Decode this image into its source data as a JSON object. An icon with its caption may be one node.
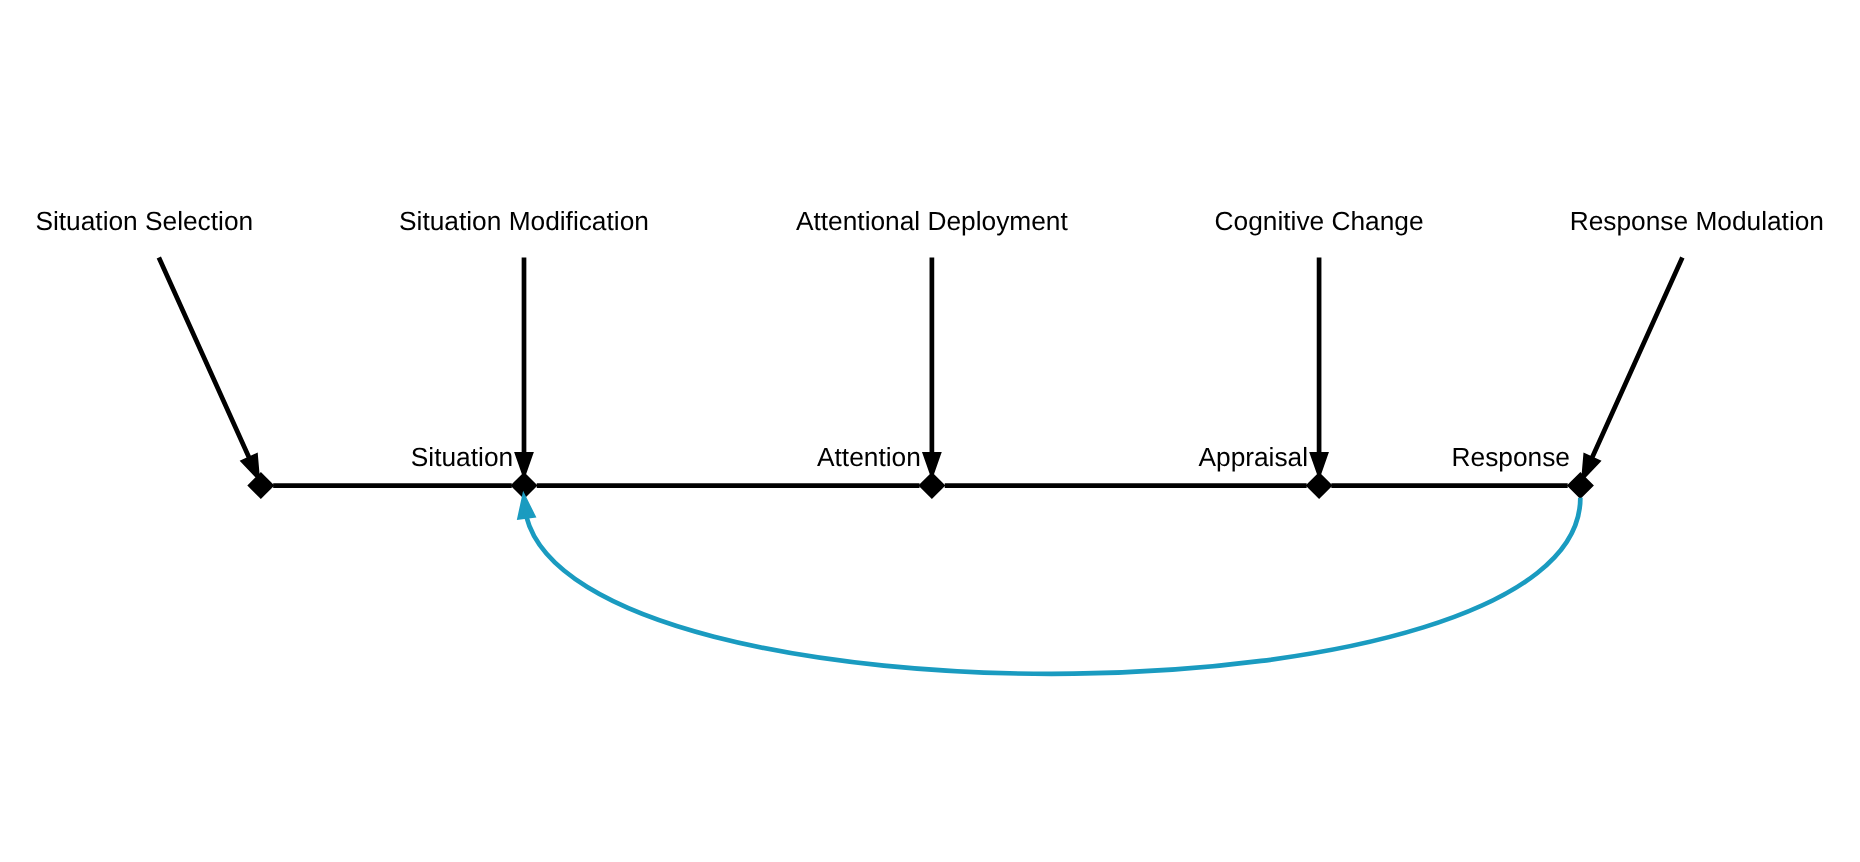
{
  "diagram": {
    "nodes": [
      {
        "text": [
          "Situation Selection"
        ]
      },
      {
        "text": [
          "Situation Modification"
        ]
      },
      {
        "text": [
          "Attentional Deployment"
        ]
      },
      {
        "text": [
          "Cognitive Change"
        ]
      },
      {
        "text": [
          "Response Modulation"
        ]
      },
      {
        "text": [],
        "shape": "diamond"
      },
      {
        "text": [],
        "shape": "diamond",
        "beside": [
          "Situation"
        ]
      },
      {
        "text": [],
        "shape": "diamond",
        "beside": [
          "Attention"
        ]
      },
      {
        "text": [],
        "shape": "diamond",
        "beside": [
          "Appraisal"
        ]
      },
      {
        "text": [],
        "shape": "diamond",
        "beside": [
          "Response"
        ]
      }
    ],
    "edges": [
      {
        "from": 0,
        "to": 5,
        "arrow": "to"
      },
      {
        "from": 1,
        "to": 6,
        "arrow": "to"
      },
      {
        "from": 2,
        "to": 7,
        "arrow": "to"
      },
      {
        "from": 3,
        "to": 8,
        "arrow": "to"
      },
      {
        "from": 4,
        "to": 9,
        "arrow": "to"
      },
      {
        "from": 5,
        "to": 6,
        "arrow": "none"
      },
      {
        "from": 6,
        "to": 7,
        "arrow": "none"
      },
      {
        "from": 7,
        "to": 8,
        "arrow": "none"
      },
      {
        "from": 8,
        "to": 9,
        "arrow": "none"
      },
      {
        "from": 9,
        "to": 6,
        "arrow": "to",
        "color": "#1a9bc0"
      }
    ]
  }
}
